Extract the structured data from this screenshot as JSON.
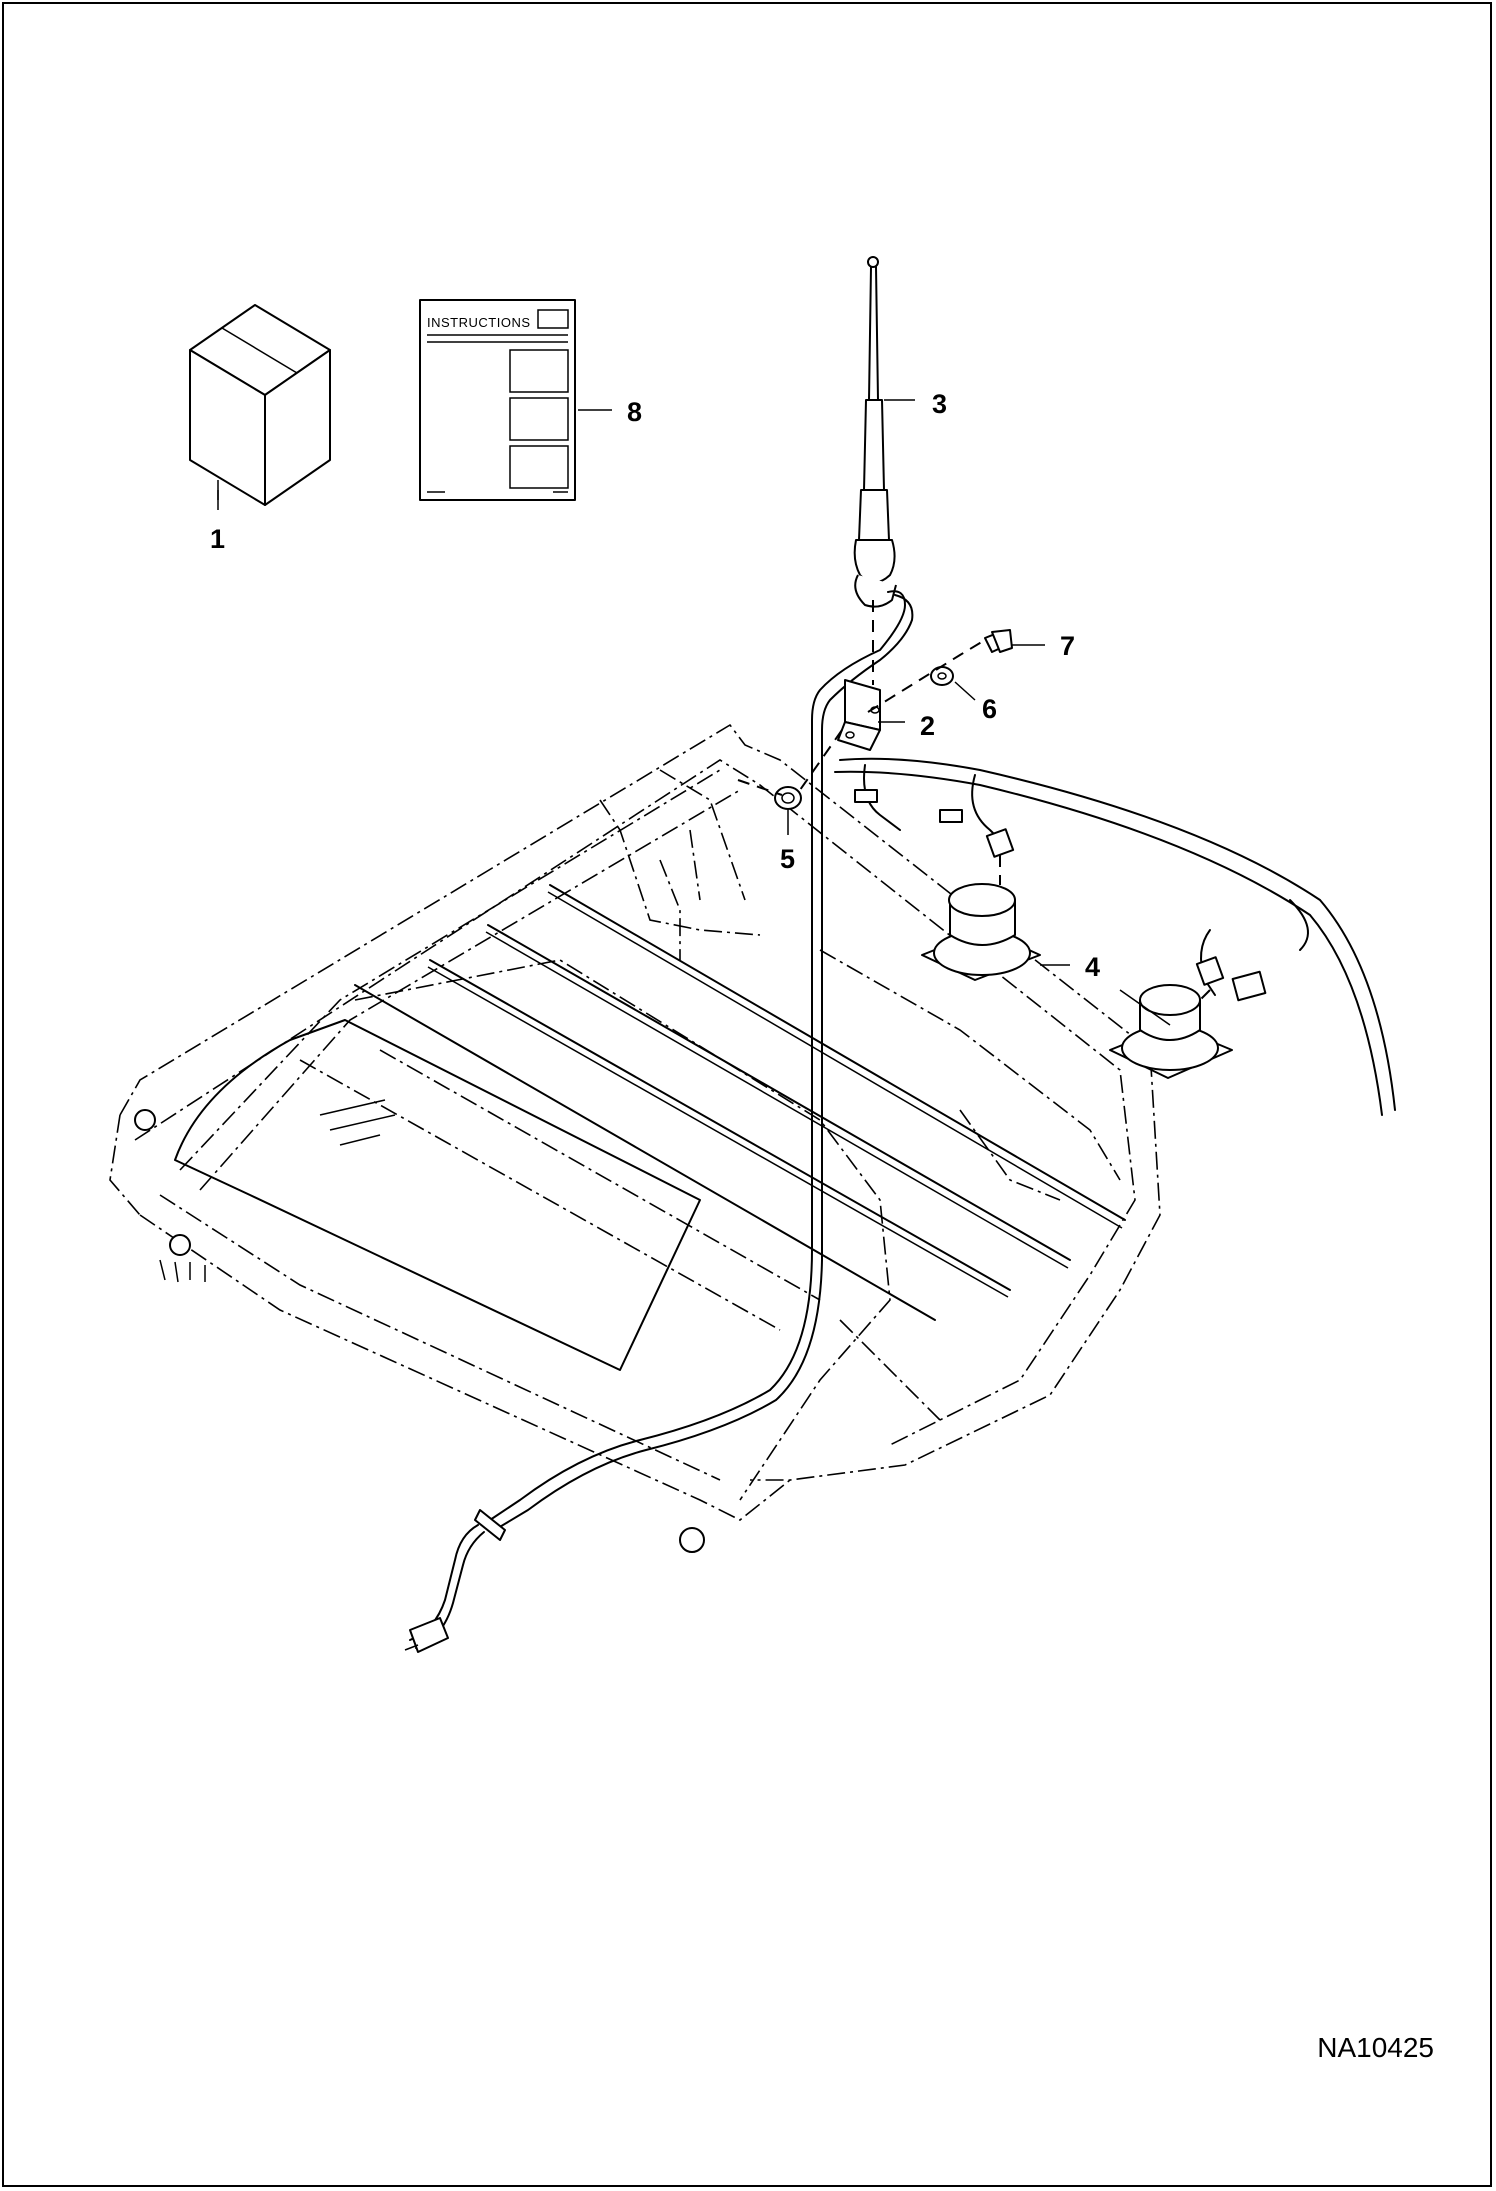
{
  "figure_id": "NA10425",
  "instructions_sheet": {
    "title": "INSTRUCTIONS"
  },
  "callouts": [
    {
      "number": "1"
    },
    {
      "number": "2"
    },
    {
      "number": "3"
    },
    {
      "number": "4"
    },
    {
      "number": "5"
    },
    {
      "number": "6"
    },
    {
      "number": "7"
    },
    {
      "number": "8"
    }
  ]
}
